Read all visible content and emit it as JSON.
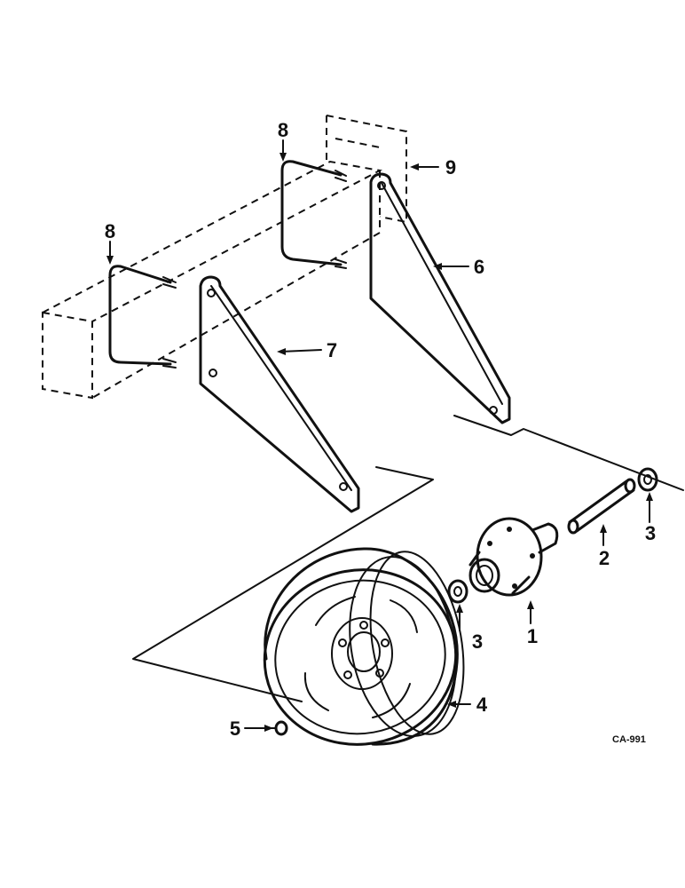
{
  "diagram": {
    "callouts": [
      {
        "id": "1",
        "text": "1"
      },
      {
        "id": "2",
        "text": "2"
      },
      {
        "id": "3a",
        "text": "3"
      },
      {
        "id": "3b",
        "text": "3"
      },
      {
        "id": "4",
        "text": "4"
      },
      {
        "id": "5",
        "text": "5"
      },
      {
        "id": "6",
        "text": "6"
      },
      {
        "id": "7",
        "text": "7"
      },
      {
        "id": "8a",
        "text": "8"
      },
      {
        "id": "8b",
        "text": "8"
      },
      {
        "id": "9",
        "text": "9"
      }
    ],
    "drawing_code": "CA-991",
    "colors": {
      "ink": "#111111",
      "paper": "#ffffff"
    }
  }
}
